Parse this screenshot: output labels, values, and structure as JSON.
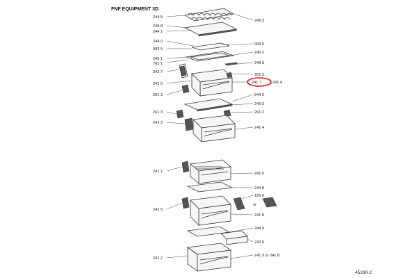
{
  "title": "FNF EQUIPMENT 3D",
  "drawing_id": "45330-2",
  "highlight_color": "#d61a1a",
  "labels": {
    "l2445": "244 5",
    "l2498": "249 8",
    "l2441": "244 1",
    "l2440": "244 0",
    "l9935a": "993 5",
    "l2491": "249 1",
    "l7631": "763 1",
    "l2427": "242 7",
    "l2410": "241 0",
    "l2613a": "261 3",
    "l2613b": "261 3",
    "l2413": "241 3",
    "l2493a": "249 3",
    "l9935b": "993 5",
    "l2492": "249 2",
    "l2490": "249 0",
    "l2612a": "261 2",
    "l2417": "241 7",
    "l2414a": "241 4",
    "l2442": "244 2",
    "l2493b": "249 3",
    "l2612b": "261 2",
    "l2414b": "241 4",
    "l2411": "241 1",
    "l2416": "241 6",
    "l2448": "244 8",
    "l1560": "156 0",
    "l2415": "241 5",
    "l2418": "241 8",
    "l2449": "244 9",
    "l2426": "242 6",
    "l2412": "241 2",
    "l2419": "241 9 or 241 8",
    "or_word": "or"
  }
}
